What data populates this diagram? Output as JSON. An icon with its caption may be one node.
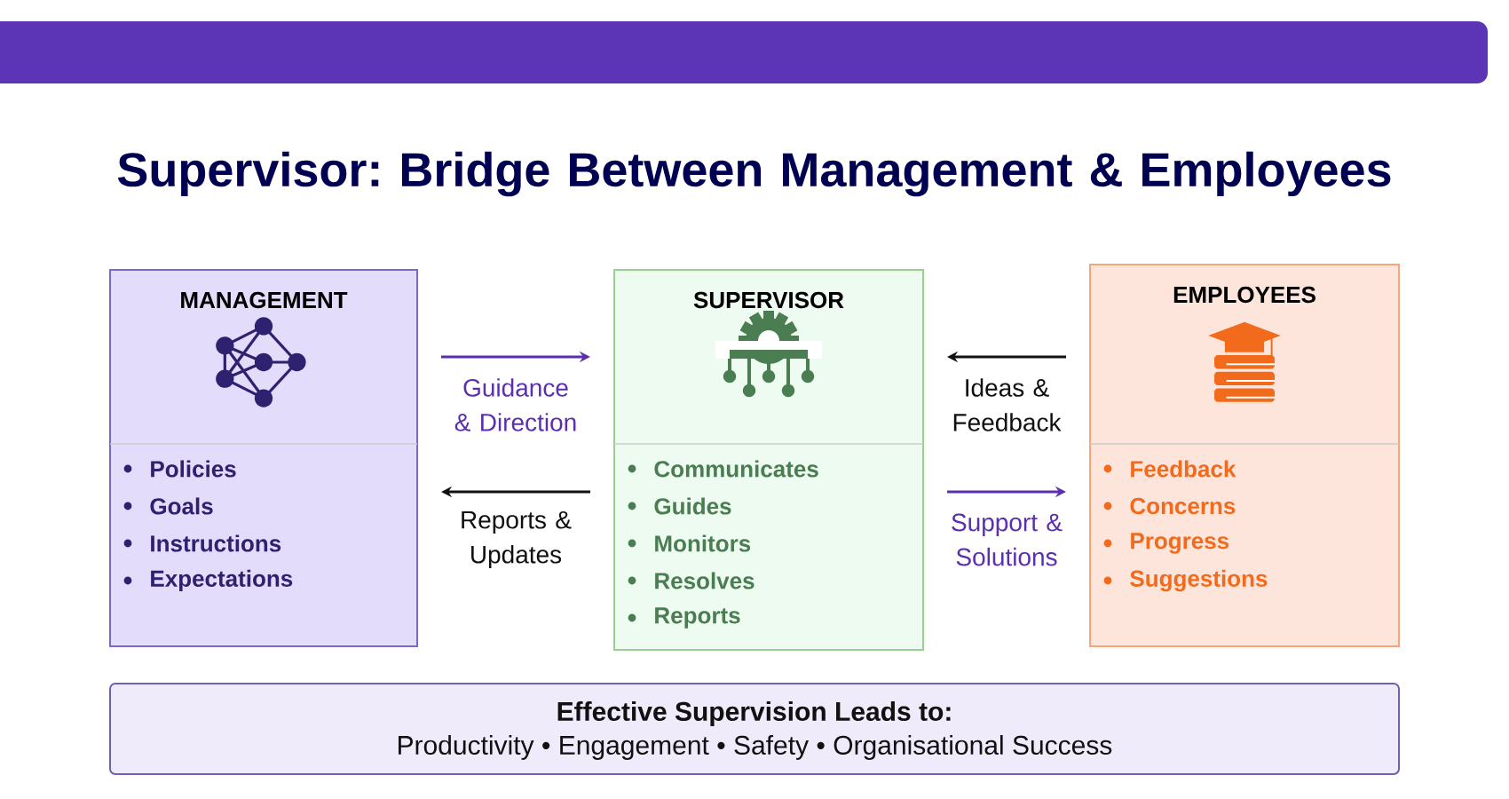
{
  "diagram": {
    "title": "Supervisor: Bridge Between Management & Employees",
    "nodes": [
      {
        "text": [
          "MANAGEMENT",
          "Policies",
          "Goals",
          "Instructions",
          "Expectations"
        ]
      },
      {
        "text": [
          "SUPERVISOR",
          "Communicates",
          "Guides",
          "Monitors",
          "Resolves",
          "Reports"
        ]
      },
      {
        "text": [
          "EMPLOYEES",
          "Feedback",
          "Concerns",
          "Progress",
          "Suggestions"
        ]
      },
      {
        "text": [
          "Effective Supervision Leads to:",
          "Productivity • Engagement • Safety • Organisational Success"
        ]
      }
    ],
    "edges": [
      {
        "from": 0,
        "to": 1,
        "arrow": "to",
        "label": "Guidance & Direction",
        "color": "#5b2fb0"
      },
      {
        "from": 1,
        "to": 0,
        "arrow": "to",
        "label": "Reports & Updates",
        "color": "#111111"
      },
      {
        "from": 2,
        "to": 1,
        "arrow": "to",
        "label": "Ideas & Feedback",
        "color": "#111111"
      },
      {
        "from": 1,
        "to": 2,
        "arrow": "to",
        "label": "Support & Solutions",
        "color": "#5b2fb0"
      }
    ]
  }
}
